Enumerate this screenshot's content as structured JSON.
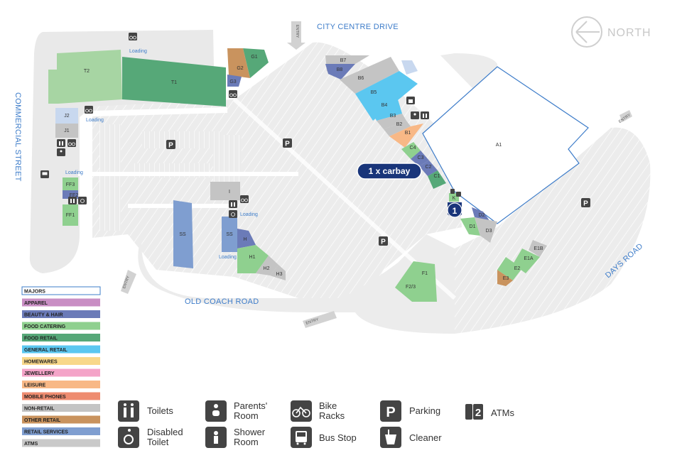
{
  "roads": {
    "city_centre": "CITY CENTRE DRIVE",
    "commercial": "COMMERCIAL STREET",
    "old_coach": "OLD COACH ROAD",
    "days": "DAYS ROAD"
  },
  "north_label": "NORTH",
  "entry_label": "ENTRY",
  "loading_label": "Loading",
  "parking_symbol": "P",
  "callout": {
    "text": "1 x carbay",
    "marker": "1"
  },
  "units": {
    "T1": "T1",
    "T2": "T2",
    "G1": "G1",
    "G2": "G2",
    "G3": "G3",
    "J1": "J1",
    "J2": "J2",
    "FF1": "FF1",
    "FF2": "FF2",
    "FF3": "FF3",
    "I": "I",
    "SS1": "SS",
    "SS2": "SS",
    "H": "H",
    "H1": "H1",
    "H2": "H2",
    "H3": "H3",
    "B1": "B1",
    "B2": "B2",
    "B3": "B3",
    "B4": "B4",
    "B5": "B5",
    "B6": "B6",
    "B7": "B7",
    "B8": "B8",
    "C1": "C1",
    "C2": "C2",
    "C3": "C3",
    "C4": "C4",
    "A1": "A1",
    "D1": "D1",
    "D2": "D2",
    "D3": "D3",
    "E1A": "E1A",
    "E1B": "E1B",
    "E2": "E2",
    "E3": "E3",
    "F1": "F1",
    "F23": "F2/3",
    "K": "K"
  },
  "categories": [
    {
      "label": "MAJORS",
      "color": "#ffffff",
      "border": "#3d7cc9"
    },
    {
      "label": "APPAREL",
      "color": "#c98ec4"
    },
    {
      "label": "BEAUTY & HAIR",
      "color": "#6b7bb8"
    },
    {
      "label": "FOOD CATERING",
      "color": "#8fd08f"
    },
    {
      "label": "FOOD RETAIL",
      "color": "#56a878"
    },
    {
      "label": "GENERAL RETAIL",
      "color": "#5bc7f0"
    },
    {
      "label": "HOMEWARES",
      "color": "#f8d88a"
    },
    {
      "label": "JEWELLERY",
      "color": "#f4a4c8"
    },
    {
      "label": "LEISURE",
      "color": "#f8b886"
    },
    {
      "label": "MOBILE PHONES",
      "color": "#ee8c70"
    },
    {
      "label": "NON-RETAIL",
      "color": "#c4c4c4"
    },
    {
      "label": "OTHER RETAIL",
      "color": "#c9935e"
    },
    {
      "label": "RETAIL SERVICES",
      "color": "#7f9ed0"
    },
    {
      "label": "ATMS",
      "color": "#c9c9c9"
    }
  ],
  "amenities": {
    "toilets": "Toilets",
    "disabled_1": "Disabled",
    "disabled_2": "Toilet",
    "parents_1": "Parents'",
    "parents_2": "Room",
    "shower_1": "Shower",
    "shower_2": "Room",
    "bike_1": "Bike",
    "bike_2": "Racks",
    "bus": "Bus Stop",
    "parking": "Parking",
    "cleaner": "Cleaner",
    "atms": "ATMs"
  }
}
